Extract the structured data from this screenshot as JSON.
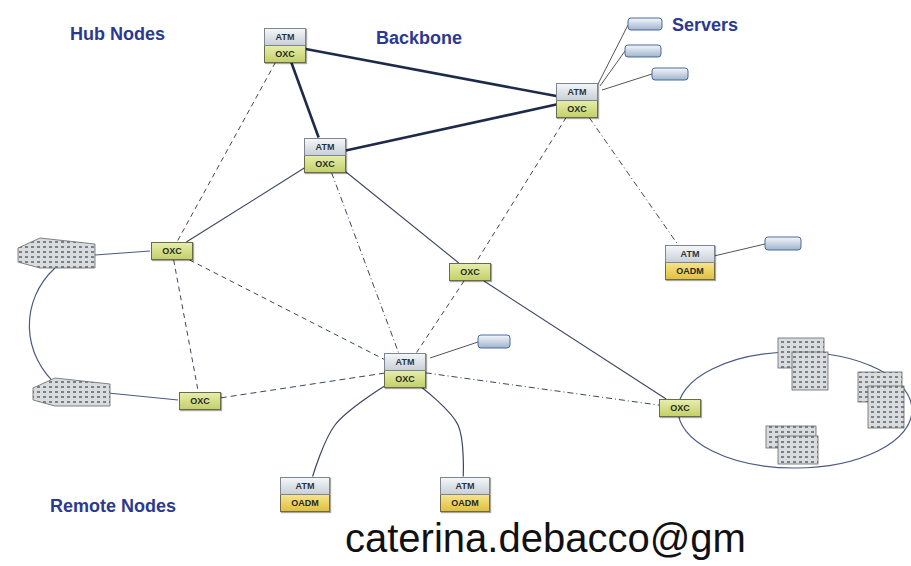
{
  "diagram": {
    "nodes": [
      {
        "text": [
          "ATM",
          "OXC"
        ]
      },
      {
        "text": [
          "ATM",
          "OXC"
        ]
      },
      {
        "text": [
          "ATM",
          "OXC"
        ]
      },
      {
        "text": [
          "OXC"
        ]
      },
      {
        "text": [
          "ATM",
          "OADM"
        ]
      },
      {
        "text": [
          "OXC"
        ]
      },
      {
        "text": [
          "ATM",
          "OXC"
        ]
      },
      {
        "text": [
          "OXC"
        ]
      },
      {
        "text": [
          "OXC"
        ]
      },
      {
        "text": [
          "ATM",
          "OADM"
        ]
      },
      {
        "text": [
          "ATM",
          "OADM"
        ]
      }
    ],
    "edges": [
      {
        "from": 0,
        "to": 1,
        "arrow": "none"
      },
      {
        "from": 0,
        "to": 2,
        "arrow": "none"
      },
      {
        "from": 2,
        "to": 1,
        "arrow": "none"
      },
      {
        "from": 2,
        "to": 3,
        "arrow": "none"
      },
      {
        "from": 2,
        "to": 5,
        "arrow": "none"
      },
      {
        "from": 5,
        "to": 8,
        "arrow": "none"
      },
      {
        "from": 0,
        "to": 3,
        "arrow": "none"
      },
      {
        "from": 2,
        "to": 6,
        "arrow": "none"
      },
      {
        "from": 1,
        "to": 5,
        "arrow": "none"
      },
      {
        "from": 1,
        "to": 4,
        "arrow": "none"
      },
      {
        "from": 3,
        "to": 7,
        "arrow": "none"
      },
      {
        "from": 3,
        "to": 6,
        "arrow": "none"
      },
      {
        "from": 5,
        "to": 6,
        "arrow": "none"
      },
      {
        "from": 7,
        "to": 6,
        "arrow": "none"
      },
      {
        "from": 6,
        "to": 8,
        "arrow": "none"
      },
      {
        "from": 6,
        "to": 9,
        "arrow": "none"
      },
      {
        "from": 6,
        "to": 10,
        "arrow": "none"
      }
    ],
    "labels": [
      "Hub Nodes",
      "Backbone",
      "Servers",
      "Remote Nodes",
      "caterina.debacco@gm"
    ]
  }
}
